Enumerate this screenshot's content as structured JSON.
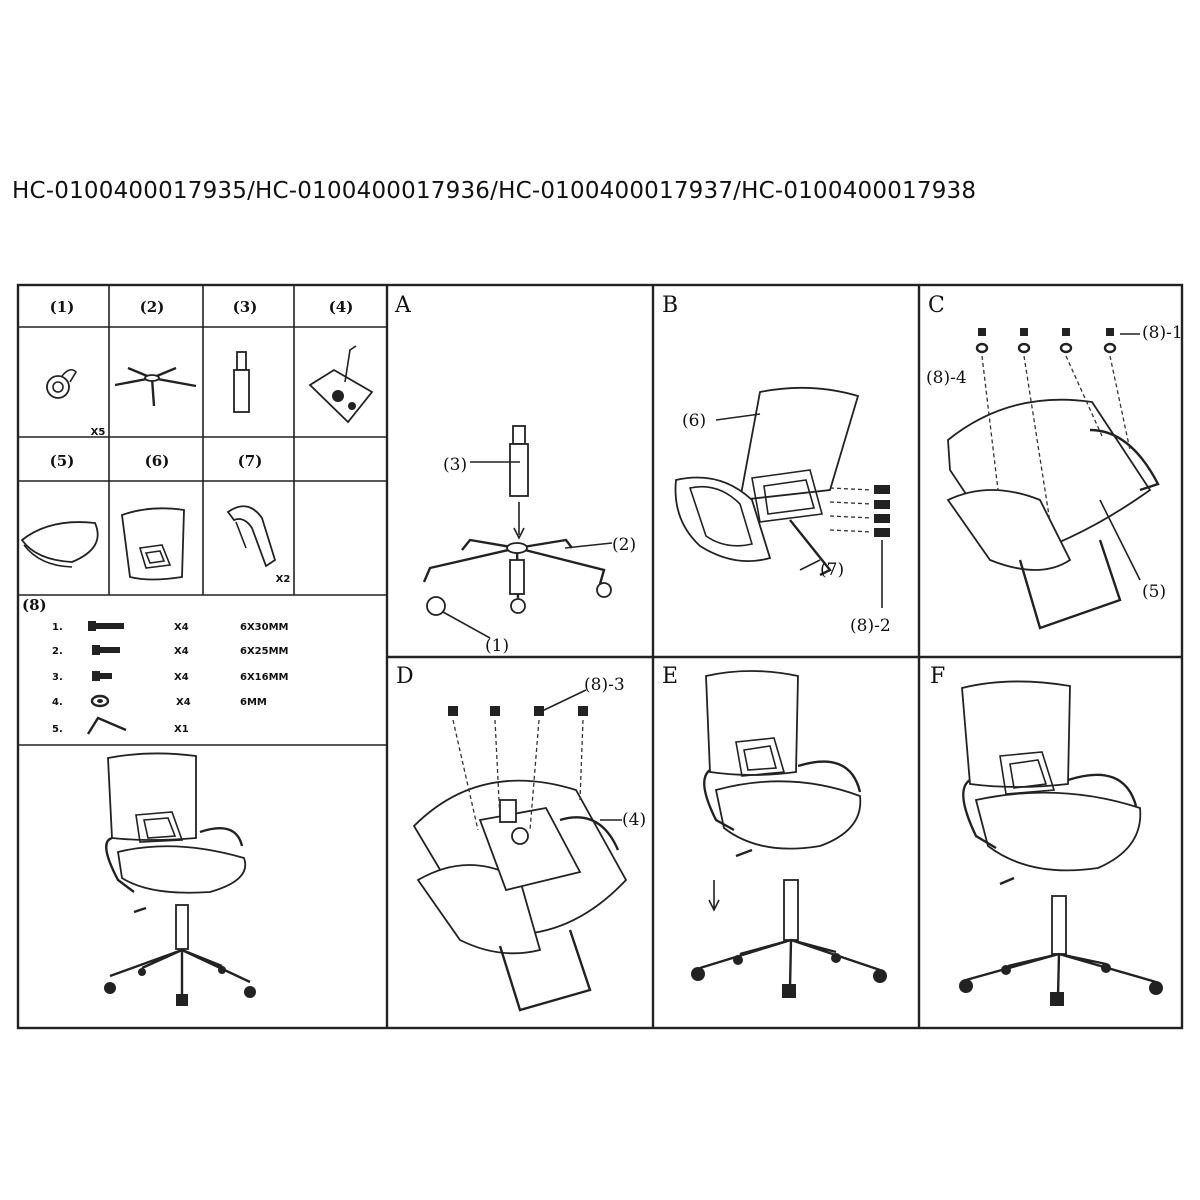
{
  "header": {
    "model_numbers": "HC-0100400017935/HC-0100400017936/HC-0100400017937/HC-0100400017938"
  },
  "parts": {
    "p1": {
      "label": "(1)",
      "qty": "X5"
    },
    "p2": {
      "label": "(2)"
    },
    "p3": {
      "label": "(3)"
    },
    "p4": {
      "label": "(4)"
    },
    "p5": {
      "label": "(5)"
    },
    "p6": {
      "label": "(6)"
    },
    "p7": {
      "label": "(7)",
      "qty": "X2"
    }
  },
  "hardware": {
    "label": "(8)",
    "rows": [
      {
        "num": "1.",
        "qty": "X4",
        "size": "6X30MM"
      },
      {
        "num": "2.",
        "qty": "X4",
        "size": "6X25MM"
      },
      {
        "num": "3.",
        "qty": "X4",
        "size": "6X16MM"
      },
      {
        "num": "4.",
        "qty": "X4",
        "size": "6MM"
      },
      {
        "num": "5.",
        "qty": "X1",
        "size": ""
      }
    ]
  },
  "steps": {
    "a": {
      "letter": "A",
      "callouts": [
        "(3)",
        "(2)",
        "(1)"
      ]
    },
    "b": {
      "letter": "B",
      "callouts": [
        "(6)",
        "(7)",
        "(8)-2"
      ]
    },
    "c": {
      "letter": "C",
      "callouts": [
        "(8)-1",
        "(8)-4",
        "(5)"
      ]
    },
    "d": {
      "letter": "D",
      "callouts": [
        "(8)-3",
        "(4)"
      ]
    },
    "e": {
      "letter": "E"
    },
    "f": {
      "letter": "F"
    }
  }
}
